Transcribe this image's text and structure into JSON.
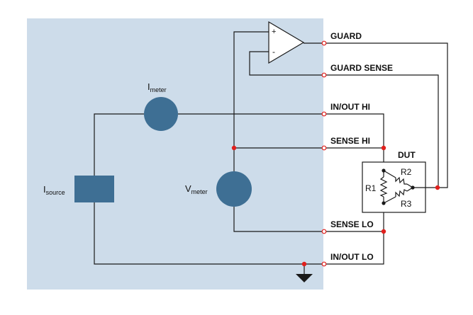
{
  "colors": {
    "instrument_panel": "#cddcea",
    "meter_fill": "#3e6f94",
    "junction_dot": "#e0201d",
    "wire": "#1a1a1a"
  },
  "terminals": {
    "guard": "GUARD",
    "guard_sense": "GUARD SENSE",
    "in_out_hi": "IN/OUT HI",
    "sense_hi": "SENSE HI",
    "sense_lo": "SENSE LO",
    "in_out_lo": "IN/OUT LO"
  },
  "instruments": {
    "current_meter": {
      "main": "I",
      "sub": "meter"
    },
    "voltage_meter": {
      "main": "V",
      "sub": "meter"
    },
    "current_source": {
      "main": "I",
      "sub": "source"
    }
  },
  "amplifier": {
    "plus_sign": "+",
    "minus_sign": "-"
  },
  "dut": {
    "title": "DUT",
    "resistors": [
      "R1",
      "R2",
      "R3"
    ]
  },
  "icons": {
    "ground": "ground-symbol-icon"
  }
}
